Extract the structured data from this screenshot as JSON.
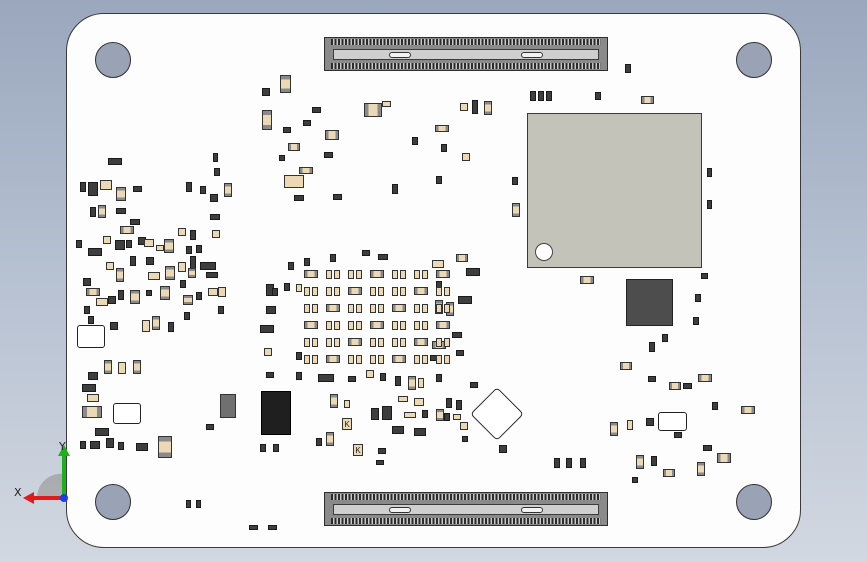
{
  "view": {
    "background_top": "#9aa7bd",
    "background_bottom": "#d2d8e1",
    "board_color": "#fdfdfd",
    "component_tan": "#ecd8b4",
    "component_dark": "#3e3e3e",
    "soc_color": "#c4c3b9"
  },
  "axis_triad": {
    "x_label": "X",
    "y_label": "Y",
    "x_color": "#e01b1b",
    "y_color": "#1bb21b",
    "z_color": "#1b3fe0"
  },
  "components": {
    "marking_1": "K",
    "marking_2": "K"
  }
}
